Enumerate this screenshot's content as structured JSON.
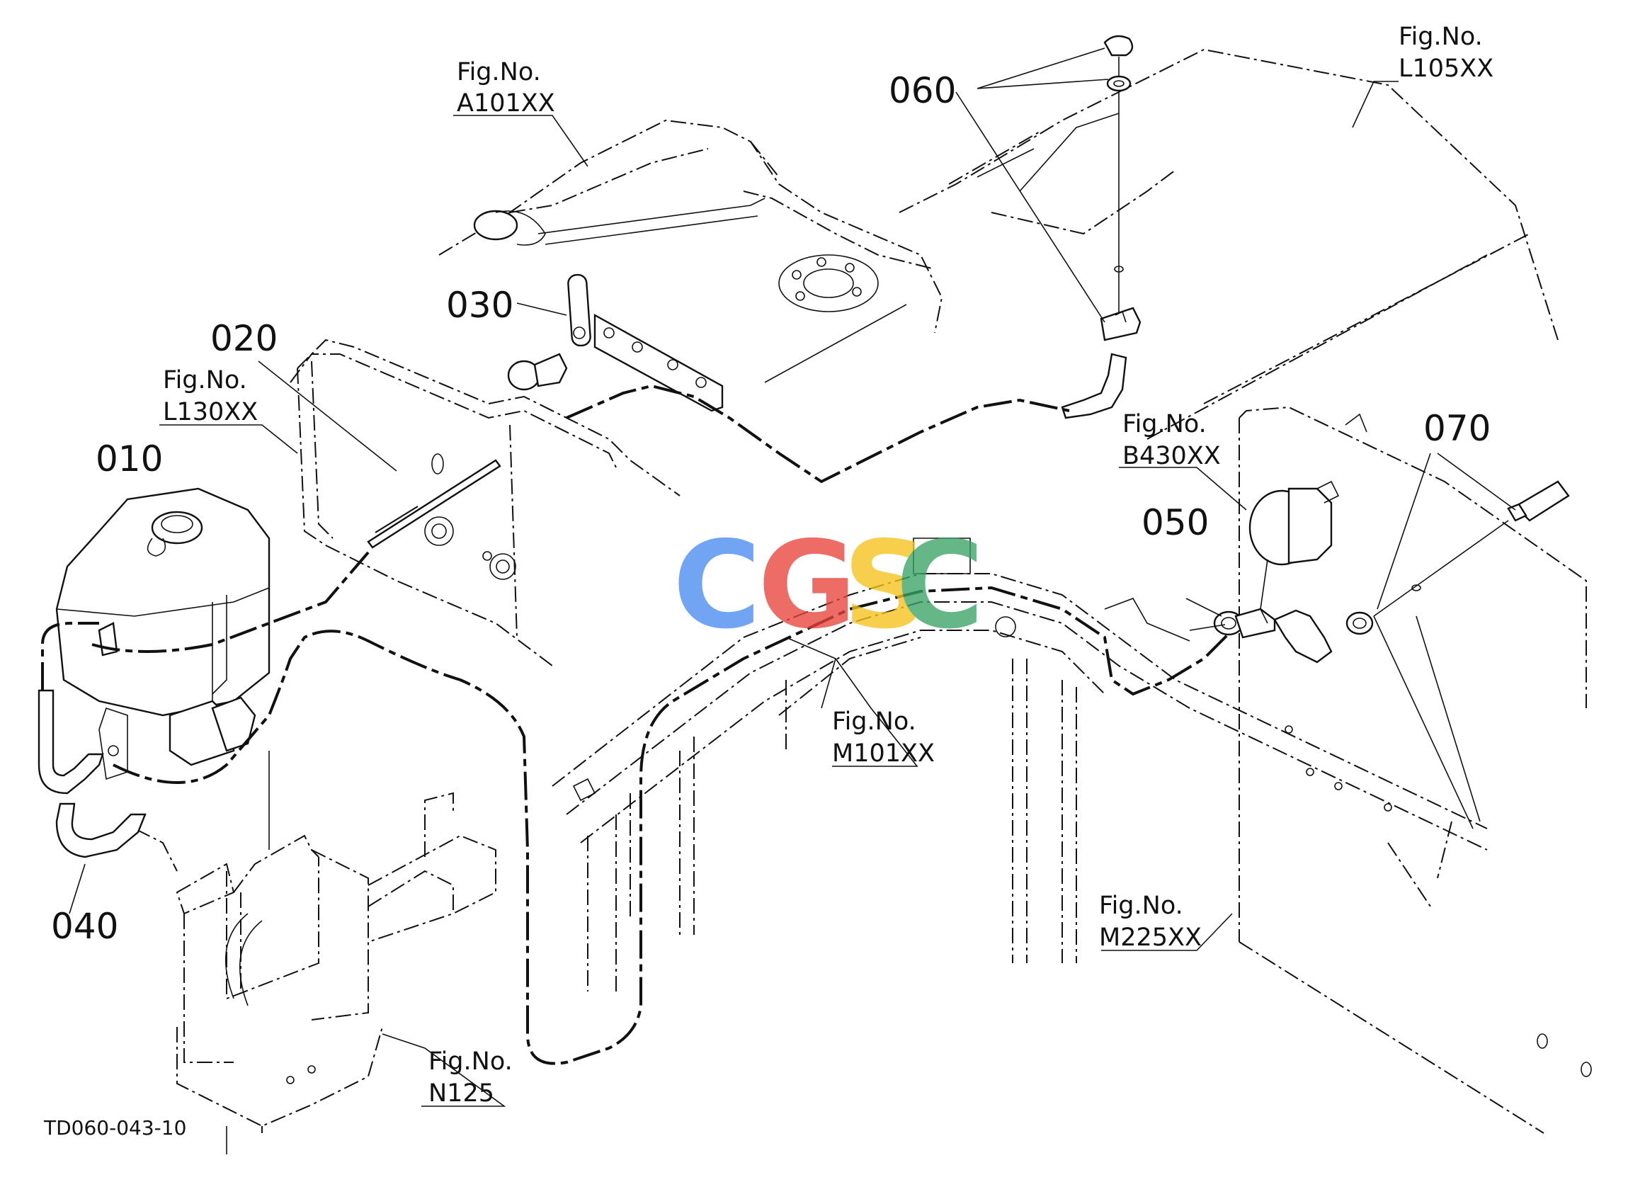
{
  "part_labels": {
    "p010": "010",
    "p020": "020",
    "p030": "030",
    "p040": "040",
    "p050": "050",
    "p060": "060",
    "p070": "070"
  },
  "figure_refs": {
    "a101": {
      "line1": "Fig.No.",
      "line2": "A101XX"
    },
    "l105": {
      "line1": "Fig.No.",
      "line2": "L105XX"
    },
    "l130": {
      "line1": "Fig.No.",
      "line2": "L130XX"
    },
    "b430": {
      "line1": "Fig.No.",
      "line2": "B430XX"
    },
    "m101": {
      "line1": "Fig.No.",
      "line2": "M101XX"
    },
    "m225": {
      "line1": "Fig.No.",
      "line2": "M225XX"
    },
    "n125": {
      "line1": "Fig.No.",
      "line2": "N125"
    }
  },
  "drawing_code": "TD060-043-10",
  "watermark": {
    "letters": [
      "C",
      "G",
      "S",
      "C"
    ],
    "colors": [
      "#4a8df0",
      "#e8443a",
      "#f5c21a",
      "#3aa366"
    ]
  }
}
